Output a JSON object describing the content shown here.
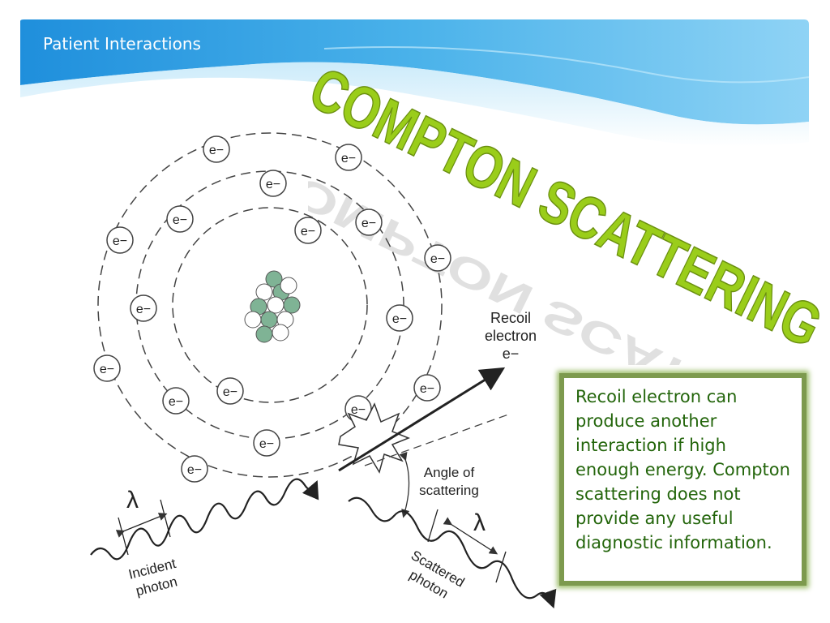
{
  "header": {
    "title": "Patient Interactions"
  },
  "slide_title": "COMPTON SCATTERING",
  "diagram": {
    "electron_label": "e−",
    "recoil_label": [
      "Recoil",
      "electron",
      "e−"
    ],
    "angle_label": [
      "Angle of",
      "scattering"
    ],
    "incident_label": [
      "Incident",
      "photon"
    ],
    "scattered_label": [
      "Scattered",
      "photon"
    ],
    "wavelength_symbol": "λ"
  },
  "note": {
    "text": "Recoil electron can produce another interaction if high enough energy. Compton scattering does not provide any useful diagnostic information."
  },
  "colors": {
    "header_blue": "#3a9fe0",
    "title_green": "#9acd1a",
    "nucleus_green": "#7fb395",
    "note_text": "#23650b",
    "note_border": "#7d9a4e"
  }
}
